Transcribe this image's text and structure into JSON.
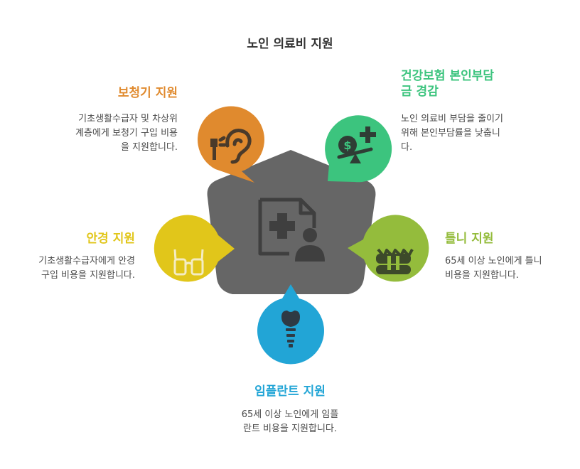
{
  "title": "노인 의료비 지원",
  "center_icon": "medical-record-person-icon",
  "items": [
    {
      "title": "보청기 지원",
      "description": "기초생활수급자 및 차상위\n계층에게 보청기 구입 비용\n을 지원합니다.",
      "color": "#E08A2E",
      "icon": "hearing-aid-icon"
    },
    {
      "title": "건강보험 본인부담\n금 경감",
      "description": "노인 의료비 부담을 줄이기\n위해 본인부담률을 낮춥니\n다.",
      "color": "#3CC47E",
      "icon": "cost-reduction-icon"
    },
    {
      "title": "틀니 지원",
      "description": "65세 이상 노인에게 틀니\n비용을 지원합니다.",
      "color": "#94BC3C",
      "icon": "dentures-icon"
    },
    {
      "title": "임플란트 지원",
      "description": "65세 이상 노인에게 임플\n란트 비용을 지원합니다.",
      "color": "#22A5D6",
      "icon": "dental-implant-icon"
    },
    {
      "title": "안경 지원",
      "description": "기초생활수급자에게 안경\n구입 비용을 지원합니다.",
      "color": "#E1C61A",
      "icon": "glasses-icon"
    }
  ]
}
